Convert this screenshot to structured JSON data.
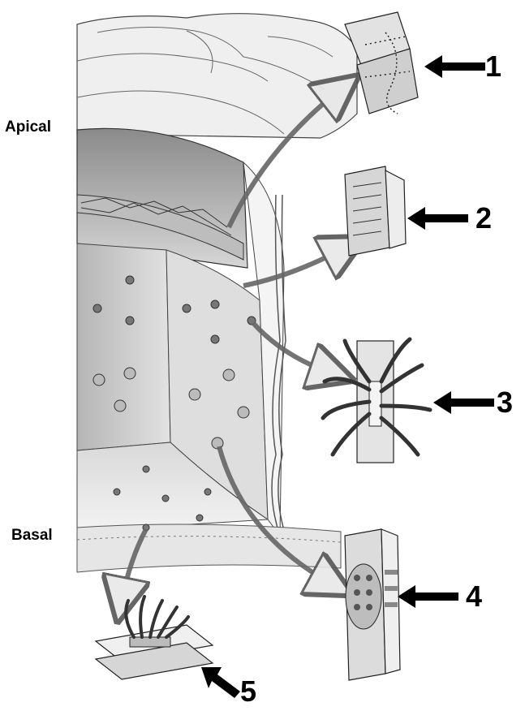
{
  "labels": {
    "apical": "Apical",
    "basal": "Basal"
  },
  "callouts": [
    {
      "number": "1",
      "structure_icon": "tight-junction-icon"
    },
    {
      "number": "2",
      "structure_icon": "adherens-junction-icon"
    },
    {
      "number": "3",
      "structure_icon": "desmosome-icon"
    },
    {
      "number": "4",
      "structure_icon": "gap-junction-icon"
    },
    {
      "number": "5",
      "structure_icon": "hemidesmosome-icon"
    }
  ],
  "colors": {
    "ink": "#000000",
    "cell_light": "#e9e9e9",
    "cell_mid": "#cfcfcf",
    "cell_dark": "#9a9a9a",
    "arrow_fill": "#dcdcdc"
  }
}
